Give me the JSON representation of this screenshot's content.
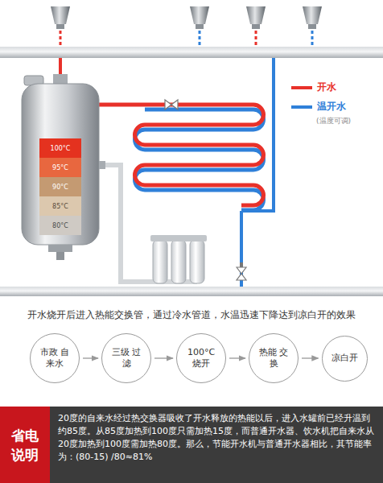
{
  "diagram": {
    "nodes": [
      {
        "text": [
          "100°C"
        ]
      },
      {
        "text": [
          "95°C"
        ]
      },
      {
        "text": [
          "90°C"
        ]
      },
      {
        "text": [
          "85°C"
        ]
      },
      {
        "text": [
          "80°C"
        ]
      },
      {
        "text": [
          "市政 自来水"
        ]
      },
      {
        "text": [
          "三级 过滤"
        ]
      },
      {
        "text": [
          "100°C 烧开"
        ]
      },
      {
        "text": [
          "热能 交换"
        ]
      },
      {
        "text": [
          "凉白开"
        ]
      },
      {
        "text": [
          "20度的自来水经过热交换器吸收了开水释放的热能以后，进入水罐前已经升温到约85度。从85度加热到100度只需加热15度，而普通开水器、饮水机把自来水从20度加热到100度需加热80度。那么，节能开水机与普通开水器相比，其节能率为：(80-15) /80≈81%"
        ]
      },
      {
        "text": [
          "省电 说明"
        ],
        "in": 10
      }
    ],
    "edges": [
      {
        "from": 5,
        "to": 6,
        "arrow": "to"
      },
      {
        "from": 6,
        "to": 7,
        "arrow": "to"
      },
      {
        "from": 7,
        "to": 8,
        "arrow": "to"
      },
      {
        "from": 8,
        "to": 9,
        "arrow": "to"
      }
    ],
    "labels": [
      "开水烧开后进入热能交换管，通过冷水管道，水温迅速下降达到凉白开的效果",
      "(温度可调)"
    ],
    "legend": [
      {
        "text": "开水",
        "color": "#e8312a"
      },
      {
        "text": "温开水",
        "color": "#2f80d9"
      }
    ]
  }
}
